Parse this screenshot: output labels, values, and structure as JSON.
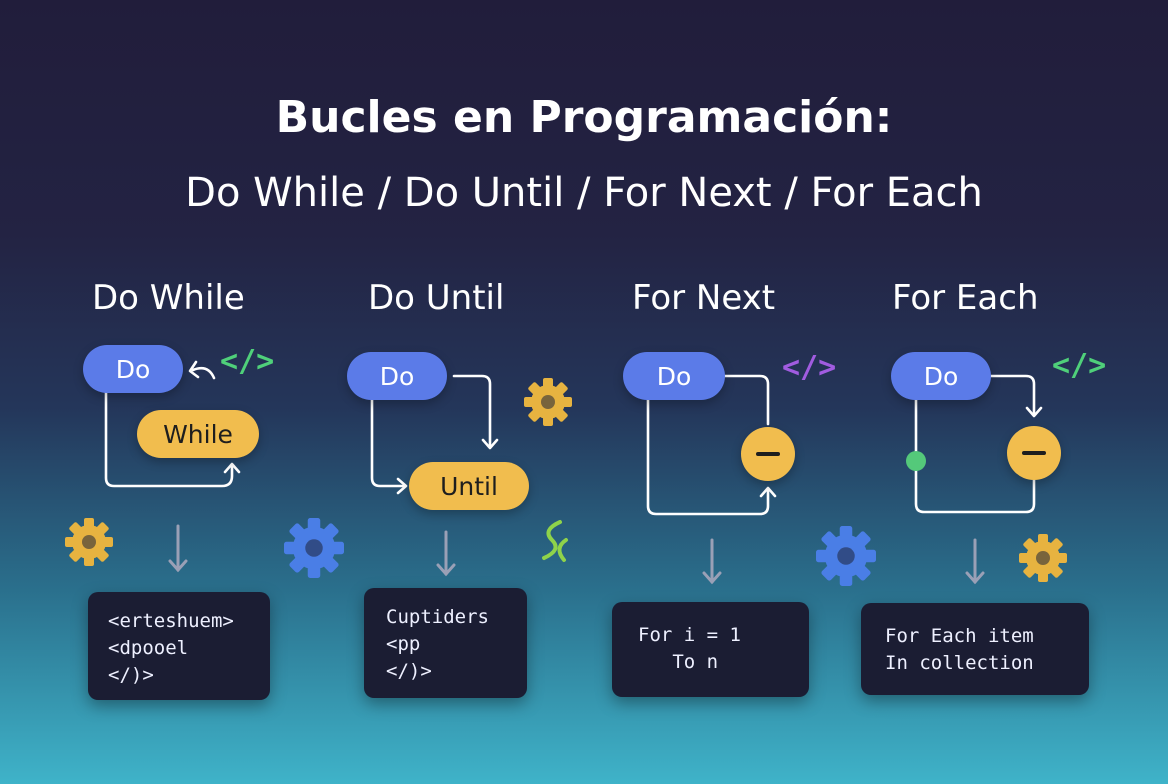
{
  "title_main": "Bucles en Programación:",
  "title_sub": "Do While / Do Until / For Next / For Each",
  "colors": {
    "do_pill": "#5b7be8",
    "condition_pill": "#f1bd4e",
    "code_box": "#1b1d33",
    "tag_green": "#4fd07a",
    "tag_purple": "#a15ce0",
    "gear_yellow": "#e7b340",
    "gear_blue": "#4a7ee6"
  },
  "sections": [
    {
      "title": "Do While",
      "do_label": "Do",
      "condition_label": "While",
      "code_lines": [
        "<erteshuem>",
        "<dpooel",
        "</)>"
      ],
      "icons": [
        "code-tag-icon",
        "gear-icon",
        "gear-icon"
      ]
    },
    {
      "title": "Do Until",
      "do_label": "Do",
      "condition_label": "Until",
      "code_lines": [
        "Cuptiders",
        "<pp",
        "</)>"
      ],
      "icons": [
        "gear-icon",
        "squiggle-icon"
      ]
    },
    {
      "title": "For Next",
      "do_label": "Do",
      "code_lines": [
        "For i = 1",
        "   To n"
      ],
      "icons": [
        "code-tag-icon",
        "gear-icon"
      ]
    },
    {
      "title": "For Each",
      "do_label": "Do",
      "code_lines": [
        "For Each item",
        "In collection"
      ],
      "icons": [
        "code-tag-icon",
        "gear-icon"
      ]
    }
  ]
}
